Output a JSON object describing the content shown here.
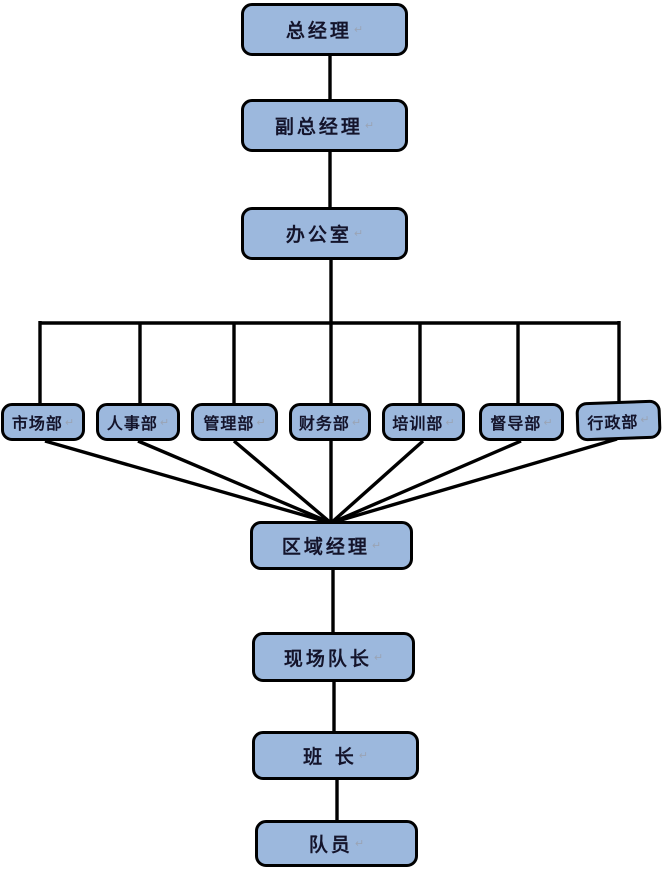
{
  "diagram": {
    "type": "org-chart",
    "background_color": "#ffffff",
    "node_fill_color": "#9CB8DD",
    "node_border_color": "#000000",
    "connector_color": "#000000",
    "text_color": "#14142b",
    "paragraph_mark": "↵",
    "nodes": {
      "general_manager": {
        "label": "总经理"
      },
      "deputy_general_manager": {
        "label": "副总经理"
      },
      "office": {
        "label": "办公室"
      },
      "marketing_dept": {
        "label": "市场部"
      },
      "hr_dept": {
        "label": "人事部"
      },
      "management_dept": {
        "label": "管理部"
      },
      "finance_dept": {
        "label": "财务部"
      },
      "training_dept": {
        "label": "培训部"
      },
      "supervision_dept": {
        "label": "督导部"
      },
      "admin_dept": {
        "label": "行政部"
      },
      "regional_manager": {
        "label": "区域经理"
      },
      "site_captain": {
        "label": "现场队长"
      },
      "squad_leader": {
        "label": "班 长"
      },
      "team_member": {
        "label": "队员"
      }
    },
    "edges": [
      {
        "from": "general_manager",
        "to": "deputy_general_manager"
      },
      {
        "from": "deputy_general_manager",
        "to": "office"
      },
      {
        "from": "office",
        "to": "marketing_dept"
      },
      {
        "from": "office",
        "to": "hr_dept"
      },
      {
        "from": "office",
        "to": "management_dept"
      },
      {
        "from": "office",
        "to": "finance_dept"
      },
      {
        "from": "office",
        "to": "training_dept"
      },
      {
        "from": "office",
        "to": "supervision_dept"
      },
      {
        "from": "office",
        "to": "admin_dept"
      },
      {
        "from": "marketing_dept",
        "to": "regional_manager"
      },
      {
        "from": "hr_dept",
        "to": "regional_manager"
      },
      {
        "from": "management_dept",
        "to": "regional_manager"
      },
      {
        "from": "finance_dept",
        "to": "regional_manager"
      },
      {
        "from": "training_dept",
        "to": "regional_manager"
      },
      {
        "from": "supervision_dept",
        "to": "regional_manager"
      },
      {
        "from": "admin_dept",
        "to": "regional_manager"
      },
      {
        "from": "regional_manager",
        "to": "site_captain"
      },
      {
        "from": "site_captain",
        "to": "squad_leader"
      },
      {
        "from": "squad_leader",
        "to": "team_member"
      }
    ]
  }
}
